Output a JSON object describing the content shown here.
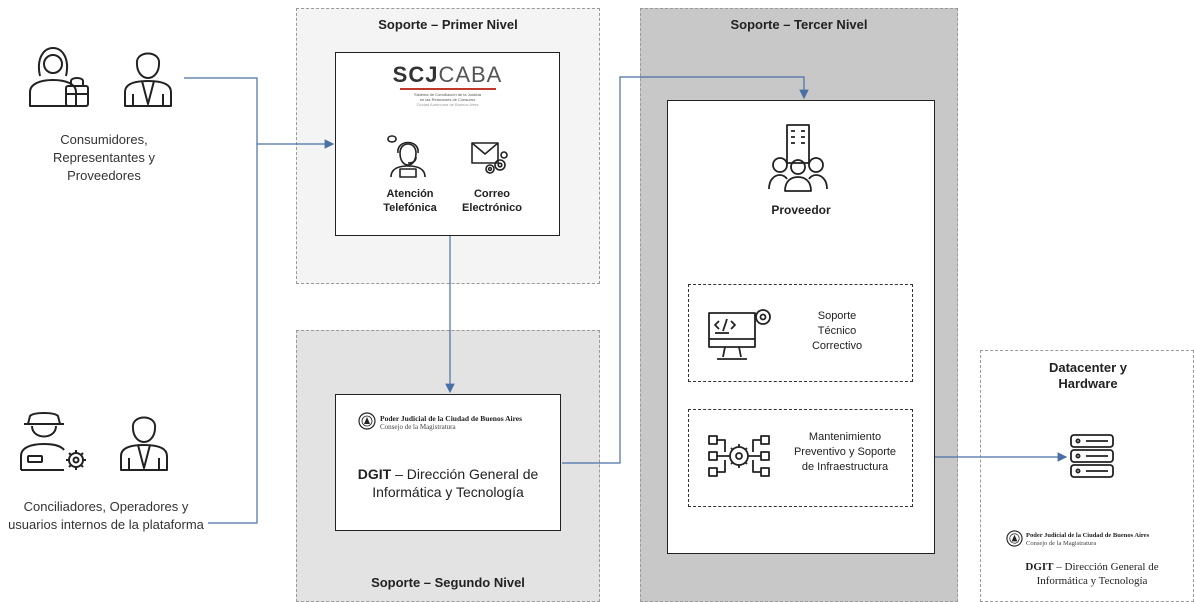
{
  "zones": {
    "first_level": "Soporte – Primer Nivel",
    "second_level": "Soporte – Segundo Nivel",
    "third_level": "Soporte – Tercer Nivel",
    "datacenter": "Datacenter y Hardware"
  },
  "actors": {
    "external": "Consumidores, Representantes y Proveedores",
    "internal": "Conciliadores, Operadores y usuarios internos de la plataforma"
  },
  "scjcaba": {
    "logo_strong": "SCJ",
    "logo_light": "CABA",
    "logo_subtitle_1": "Sistema de Conciliación de la Justicia",
    "logo_subtitle_2": "en las Relaciones de Consumo",
    "logo_subtitle_3": "Ciudad Autónoma de Buenos Aires",
    "channel_phone": "Atención Telefónica",
    "channel_email": "Correo Electrónico"
  },
  "dgit": {
    "org_name": "Poder Judicial de la Ciudad de Buenos Aires",
    "org_sub": "Consejo de la Magistratura",
    "title_strong": "DGIT",
    "title_rest": " – Dirección General de Informática y Tecnología"
  },
  "provider": {
    "label": "Proveedor",
    "service_1": "Soporte Técnico Correctivo",
    "service_2": "Mantenimiento Preventivo y Soporte de Infraestructura"
  },
  "datacenter": {
    "org_name": "Poder Judicial de la Ciudad de Buenos Aires",
    "org_sub": "Consejo de la Magistratura",
    "title_strong": "DGIT",
    "title_rest": " – Dirección General de Informática y Tecnología"
  },
  "colors": {
    "arrow": "#4a6fa5",
    "zone_light": "#f4f4f4",
    "zone_mid": "#e3e3e3",
    "zone_dark": "#c8c8c8",
    "brand_red": "#c0392b"
  }
}
